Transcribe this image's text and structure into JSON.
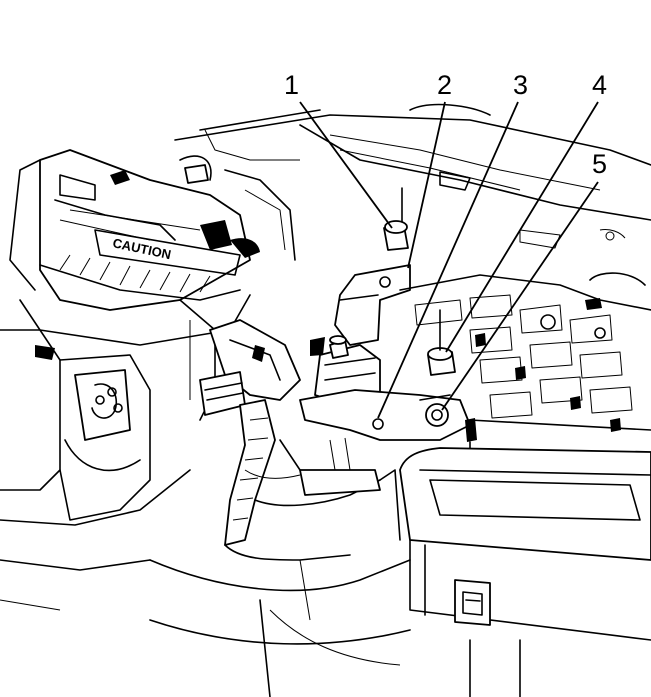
{
  "callouts": [
    {
      "label": "1"
    },
    {
      "label": "2"
    },
    {
      "label": "3"
    },
    {
      "label": "4"
    },
    {
      "label": "5"
    }
  ],
  "engraved_text": {
    "cover_label": "CAUTION"
  }
}
